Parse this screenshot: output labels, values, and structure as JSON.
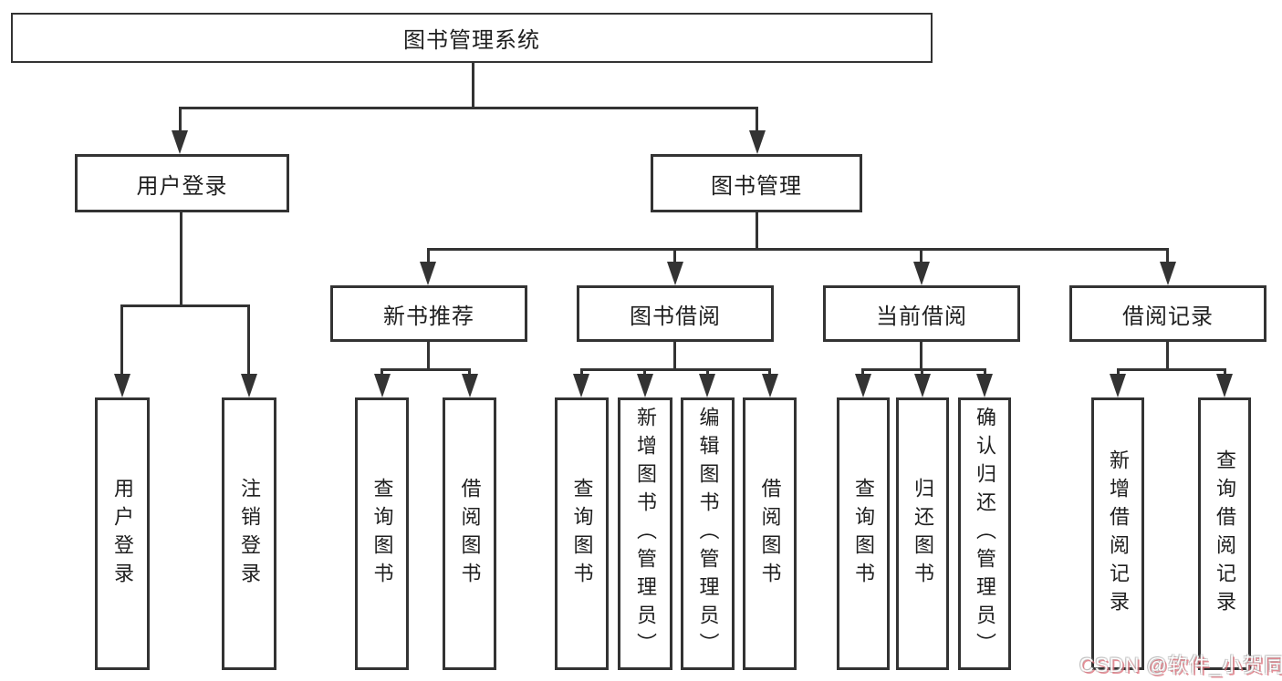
{
  "colors": {
    "background": "#ffffff",
    "stroke": "#333333",
    "text": "#1f1f1f",
    "watermark_text": "#ffffff",
    "watermark_shadow": "#de6e78"
  },
  "tree": {
    "label": "图书管理系统",
    "children": [
      {
        "label": "用户登录",
        "children": [
          {
            "label": "用户登录"
          },
          {
            "label": "注销登录"
          }
        ]
      },
      {
        "label": "图书管理",
        "children": [
          {
            "label": "新书推荐",
            "children": [
              {
                "label": "查询图书"
              },
              {
                "label": "借阅图书"
              }
            ]
          },
          {
            "label": "图书借阅",
            "children": [
              {
                "label": "查询图书"
              },
              {
                "label": "新增图书（管理员）"
              },
              {
                "label": "编辑图书（管理员）"
              },
              {
                "label": "借阅图书"
              }
            ]
          },
          {
            "label": "当前借阅",
            "children": [
              {
                "label": "查询图书"
              },
              {
                "label": "归还图书"
              },
              {
                "label": "确认归还（管理员）"
              }
            ]
          },
          {
            "label": "借阅记录",
            "children": [
              {
                "label": "新增借阅记录"
              },
              {
                "label": "查询借阅记录"
              }
            ]
          }
        ]
      }
    ]
  },
  "watermark": {
    "text": "CSDN @软件_小贺同学"
  }
}
